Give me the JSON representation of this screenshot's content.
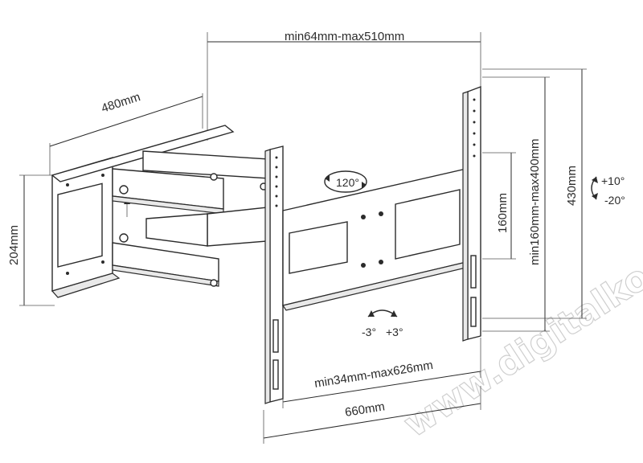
{
  "dimensions": {
    "top_width": "min64mm-max510mm",
    "depth": "480mm",
    "wall_plate_height": "204mm",
    "hole_pattern_small": "160mm",
    "vesa_vertical": "min160mm-max400mm",
    "bracket_height": "430mm",
    "vesa_horizontal": "min34mm-max626mm",
    "bracket_width": "660mm"
  },
  "rotation": {
    "swivel": "120°",
    "tilt_up": "+10°",
    "tilt_down": "-20°",
    "level_left": "-3°",
    "level_right": "+3°"
  },
  "watermark": "www.digitalko.hu"
}
